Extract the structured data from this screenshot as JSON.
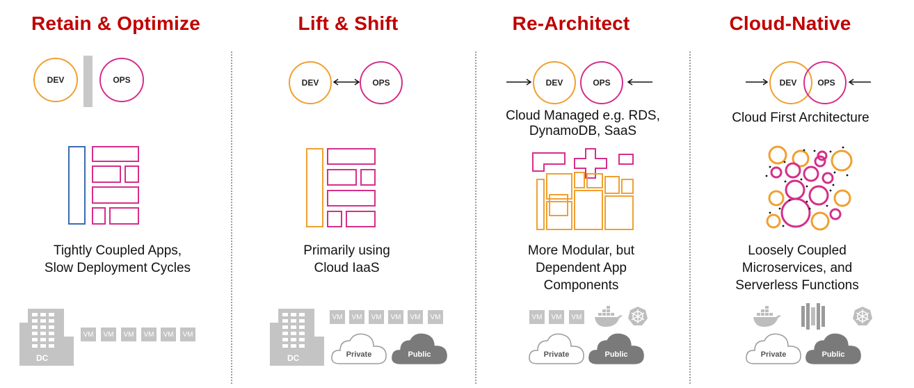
{
  "columns": [
    {
      "title": "Retain & Optimize",
      "dev": "DEV",
      "ops": "OPS",
      "description": "Tightly Coupled Apps,\nSlow Deployment Cycles",
      "dc_label": "DC",
      "vm_label": "VM"
    },
    {
      "title": "Lift & Shift",
      "dev": "DEV",
      "ops": "OPS",
      "description": "Primarily using\nCloud IaaS",
      "dc_label": "DC",
      "vm_label": "VM",
      "private_label": "Private",
      "public_label": "Public"
    },
    {
      "title": "Re-Architect",
      "dev": "DEV",
      "ops": "OPS",
      "subtitle": "Cloud Managed e.g. RDS,\nDynamoDB, SaaS",
      "description": "More Modular, but\nDependent App\nComponents",
      "vm_label": "VM",
      "private_label": "Private",
      "public_label": "Public"
    },
    {
      "title": "Cloud-Native",
      "dev": "DEV",
      "ops": "OPS",
      "subtitle": "Cloud First Architecture",
      "description": "Loosely Coupled\nMicroservices, and\nServerless Functions",
      "private_label": "Private",
      "public_label": "Public"
    }
  ],
  "colors": {
    "title": "#c00000",
    "dev": "#f0a030",
    "ops": "#d42f8a",
    "monolith_blue": "#3a6bb0",
    "gray": "#c4c4c4",
    "dark_gray": "#7a7a7a"
  },
  "icons": [
    "building-icon",
    "vm-icon",
    "cloud-icon",
    "docker-icon",
    "kubernetes-icon",
    "lambda-icon"
  ]
}
